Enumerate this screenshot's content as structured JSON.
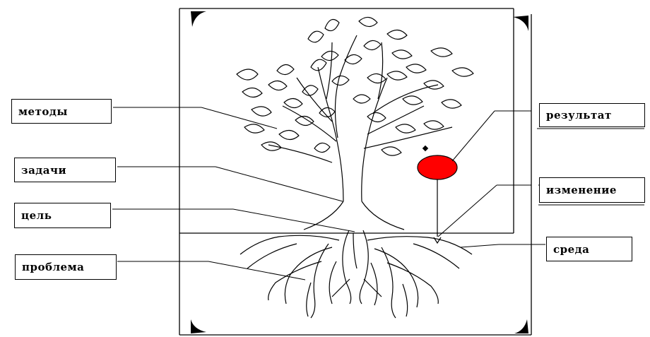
{
  "labels": {
    "methods": "методы",
    "tasks": "задачи",
    "goal": "цель",
    "problem": "проблема",
    "result": "результат",
    "change": "изменение",
    "environment": "среда"
  },
  "colors": {
    "fruit": "#ff0000",
    "stroke": "#000000",
    "background": "#ffffff"
  },
  "icons": [
    "tree-icon",
    "fruit-icon",
    "roots-icon"
  ]
}
